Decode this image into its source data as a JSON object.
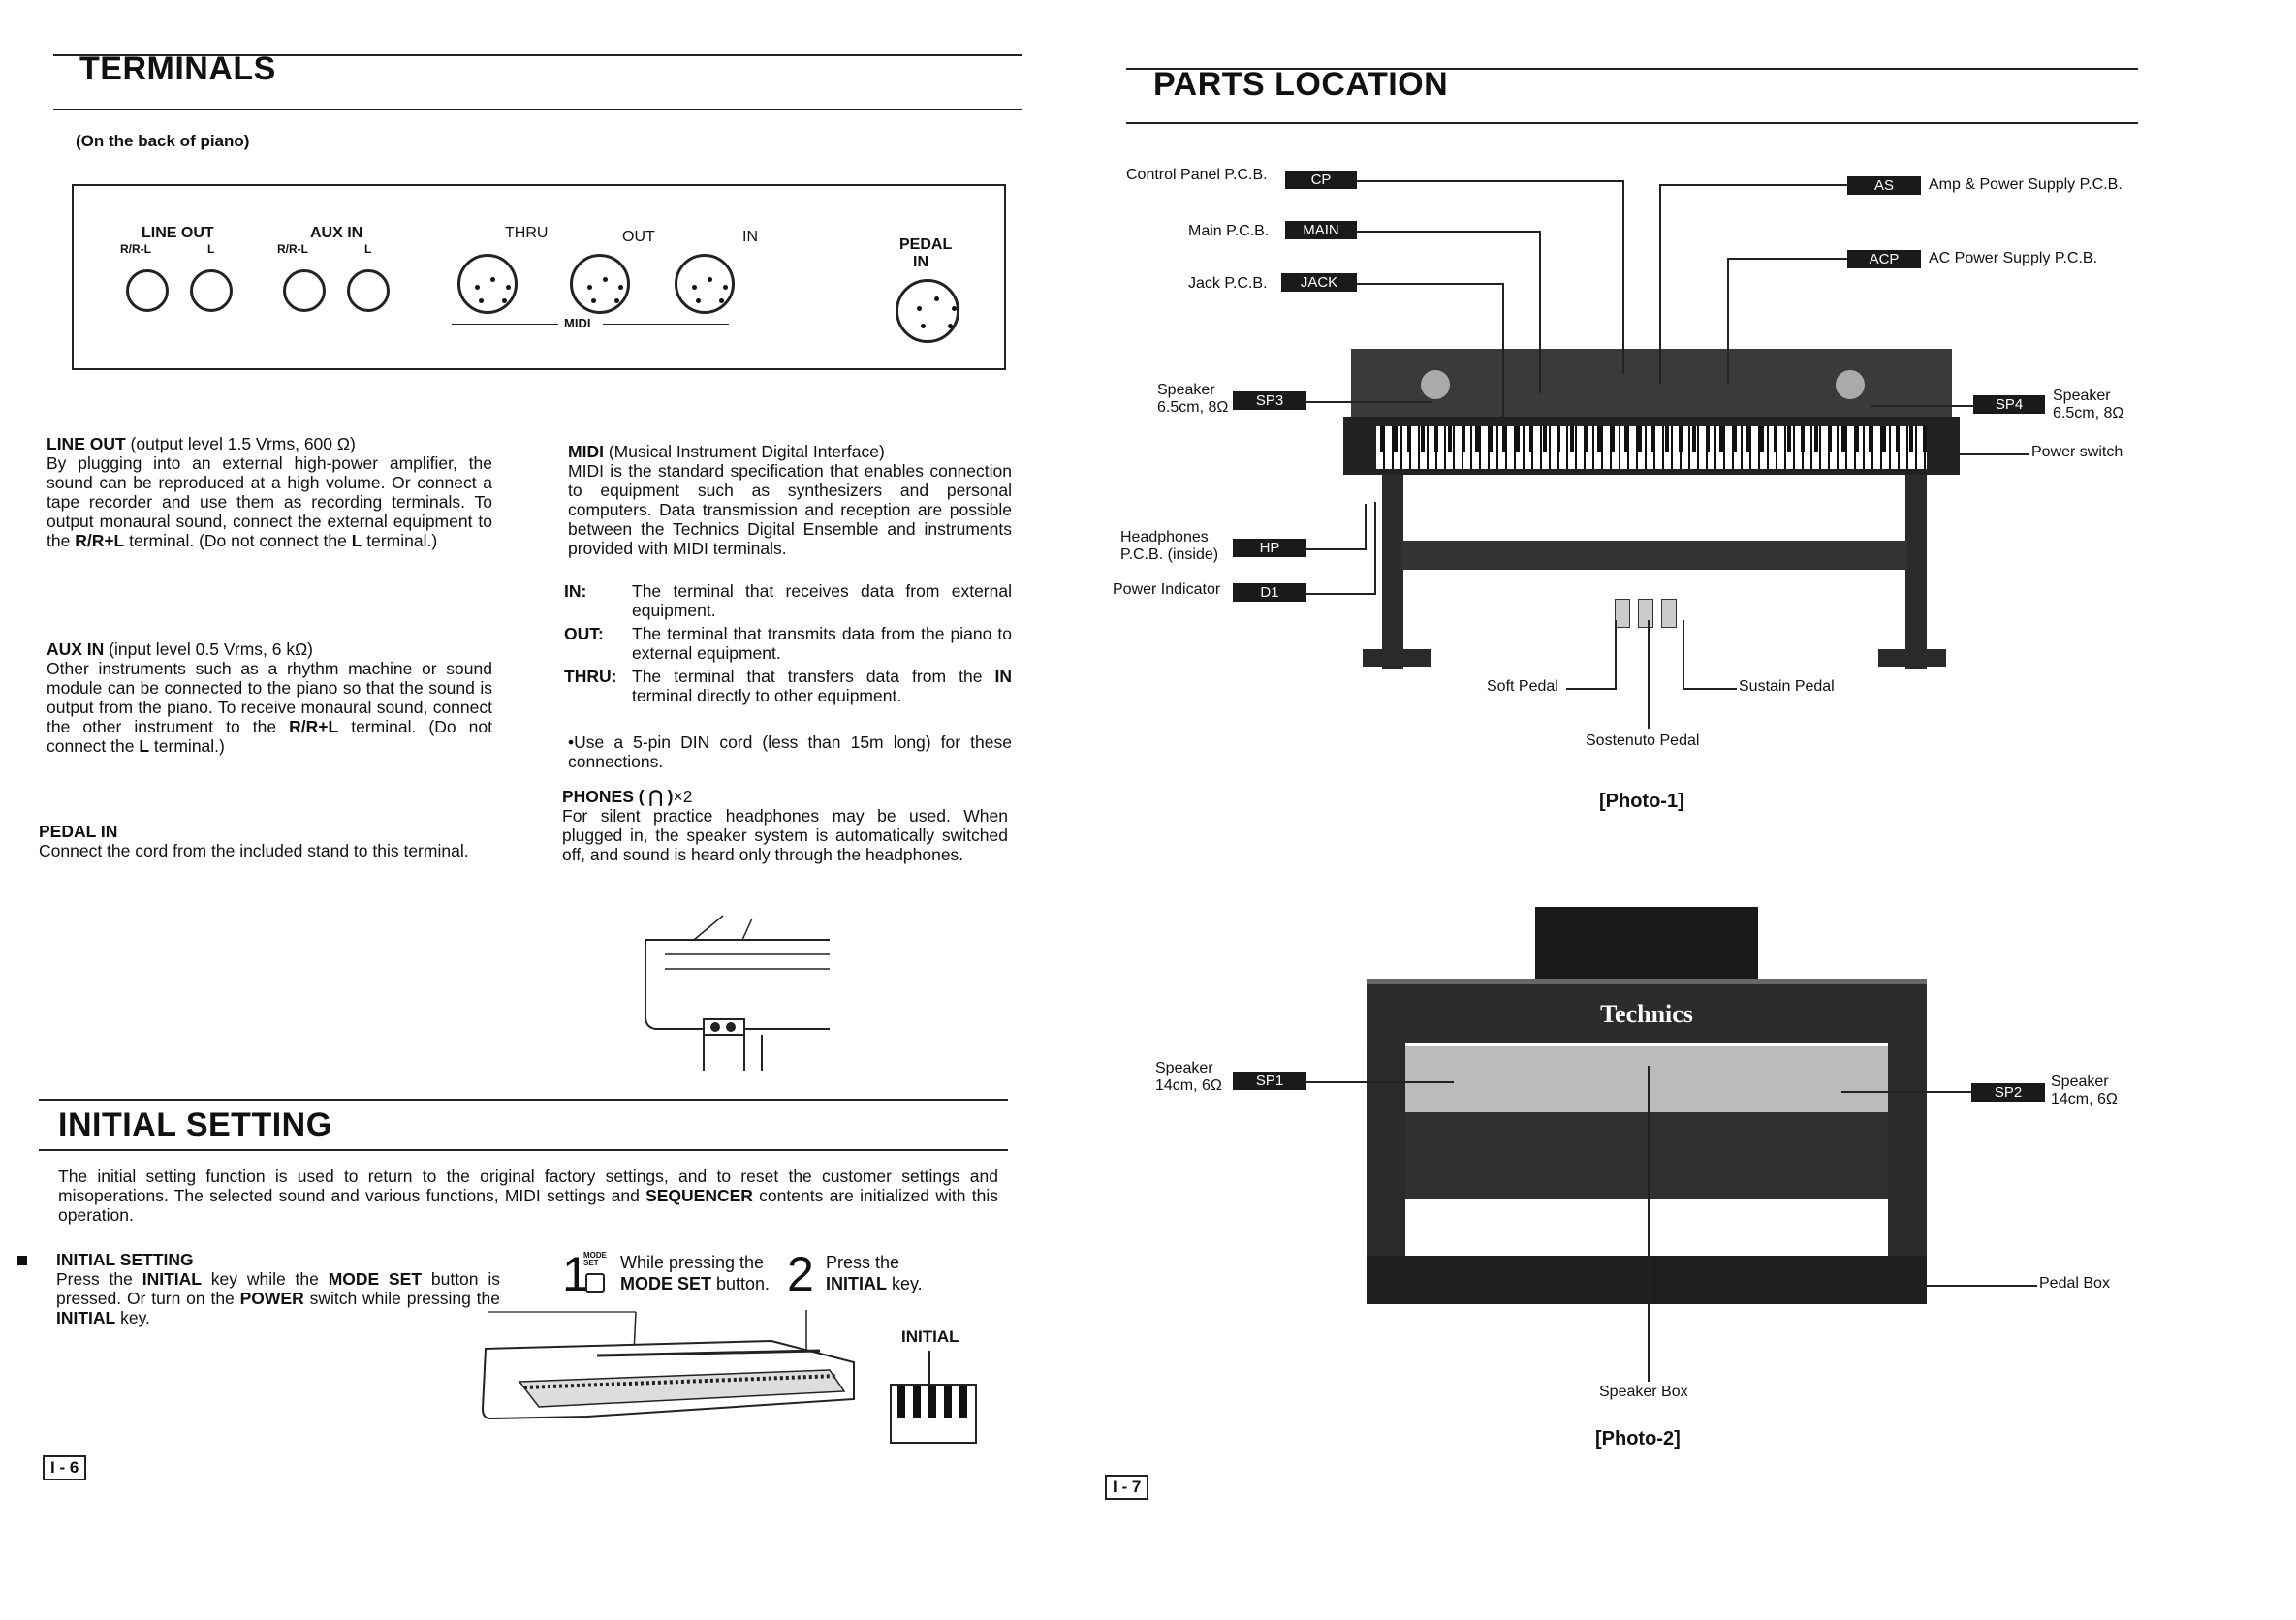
{
  "left": {
    "terminals": {
      "heading": "TERMINALS",
      "subheading": "(On the back of piano)",
      "panel": {
        "line_out": "LINE OUT",
        "line_out_r": "R/R-L",
        "line_out_l": "L",
        "aux_in": "AUX IN",
        "aux_in_r": "R/R-L",
        "aux_in_l": "L",
        "thru": "THRU",
        "out": "OUT",
        "in": "IN",
        "midi": "MIDI",
        "pedal": "PEDAL",
        "pedal_in": "IN"
      },
      "line_out_title": "LINE OUT",
      "line_out_spec": " (output level 1.5 Vrms, 600 Ω)",
      "line_out_text_1": "By plugging into an external high-power amplifier, the sound can be reproduced at a high volume. Or connect a tape recorder and use them as recording terminals. To output monaural sound, connect the external equipment to the ",
      "line_out_bold_1": "R/R+L",
      "line_out_text_2": " terminal. (Do not connect the ",
      "line_out_bold_2": "L",
      "line_out_text_3": " terminal.)",
      "aux_in_title": "AUX IN",
      "aux_in_spec": " (input level 0.5 Vrms, 6 kΩ)",
      "aux_in_text_1": "Other instruments such as a rhythm machine or sound module can be connected to the piano so that the sound is output from the piano. To receive monaural sound, connect the other instrument to the ",
      "aux_in_bold_1": "R/R+L",
      "aux_in_text_2": " terminal. (Do not connect the ",
      "aux_in_bold_2": "L",
      "aux_in_text_3": " terminal.)",
      "pedal_in_title": "PEDAL IN",
      "pedal_in_text": "Connect the cord from the included stand to this terminal.",
      "midi_title": "MIDI",
      "midi_subtitle": " (Musical Instrument Digital Interface)",
      "midi_text": "MIDI is the standard specification that enables connection to equipment such as synthesizers and personal computers. Data transmission and reception are possible between the Technics Digital Ensemble and instruments provided with MIDI terminals.",
      "in_label": "IN:",
      "in_text": "The terminal that receives data from external equipment.",
      "out_label": "OUT:",
      "out_text": "The terminal that transmits data from the piano to external equipment.",
      "thru_label": "THRU:",
      "thru_text_1": "The terminal that transfers data from the ",
      "thru_bold": "IN",
      "thru_text_2": " terminal directly to other equipment.",
      "din_note": "•Use a 5-pin DIN cord (less than 15m long) for these connections.",
      "phones_title": "PHONES ( ⋂ )",
      "phones_count": "×2",
      "phones_text": "For silent practice headphones may be used. When plugged in, the speaker system is automatically switched off, and sound is heard only through the headphones."
    },
    "initial": {
      "heading": "INITIAL SETTING",
      "intro_1": "The initial setting function is used to return to the original factory settings, and to reset the customer settings and misoperations. The selected sound and various functions, MIDI settings and ",
      "intro_bold": "SEQUENCER",
      "intro_2": " contents are initialized with this operation.",
      "bullet_title": "INITIAL SETTING",
      "bullet_1": "Press the ",
      "bullet_b1": "INITIAL",
      "bullet_2": " key while the ",
      "bullet_b2": "MODE SET",
      "bullet_3": " button is pressed. Or turn on the ",
      "bullet_b3": "POWER",
      "bullet_4": " switch while pressing the ",
      "bullet_b4": "INITIAL",
      "bullet_5": " key.",
      "step1_num": "1",
      "step1_small": "MODE SET",
      "step1_text": "While pressing the",
      "step1_bold": "MODE SET",
      "step1_text2": " button.",
      "step2_num": "2",
      "step2_text": "Press the",
      "step2_bold": "INITIAL",
      "step2_text2": " key.",
      "initial_key_label": "INITIAL"
    },
    "page_number": "I - 6"
  },
  "right": {
    "heading": "PARTS LOCATION",
    "photo1": {
      "caption": "[Photo-1]",
      "labels": {
        "cp_left": "Control Panel P.C.B.",
        "cp_tag": "CP",
        "main_left": "Main P.C.B.",
        "main_tag": "MAIN",
        "jack_left": "Jack P.C.B.",
        "jack_tag": "JACK",
        "sp3_left_1": "Speaker",
        "sp3_left_2": "6.5cm, 8Ω",
        "sp3_tag": "SP3",
        "hp_left_1": "Headphones",
        "hp_left_2": "P.C.B. (inside)",
        "hp_tag": "HP",
        "d1_left": "Power Indicator",
        "d1_tag": "D1",
        "as_tag": "AS",
        "as_right": "Amp & Power Supply P.C.B.",
        "acp_tag": "ACP",
        "acp_right": "AC Power Supply P.C.B.",
        "sp4_tag": "SP4",
        "sp4_right_1": "Speaker",
        "sp4_right_2": "6.5cm, 8Ω",
        "power_switch": "Power switch",
        "soft_pedal": "Soft Pedal",
        "sustain_pedal": "Sustain Pedal",
        "sostenuto_pedal": "Sostenuto Pedal"
      }
    },
    "photo2": {
      "caption": "[Photo-2]",
      "brand": "Technics",
      "labels": {
        "sp1_left_1": "Speaker",
        "sp1_left_2": "14cm, 6Ω",
        "sp1_tag": "SP1",
        "sp2_tag": "SP2",
        "sp2_right_1": "Speaker",
        "sp2_right_2": "14cm, 6Ω",
        "pedal_box": "Pedal Box",
        "speaker_box": "Speaker Box"
      }
    },
    "page_number": "I - 7"
  }
}
